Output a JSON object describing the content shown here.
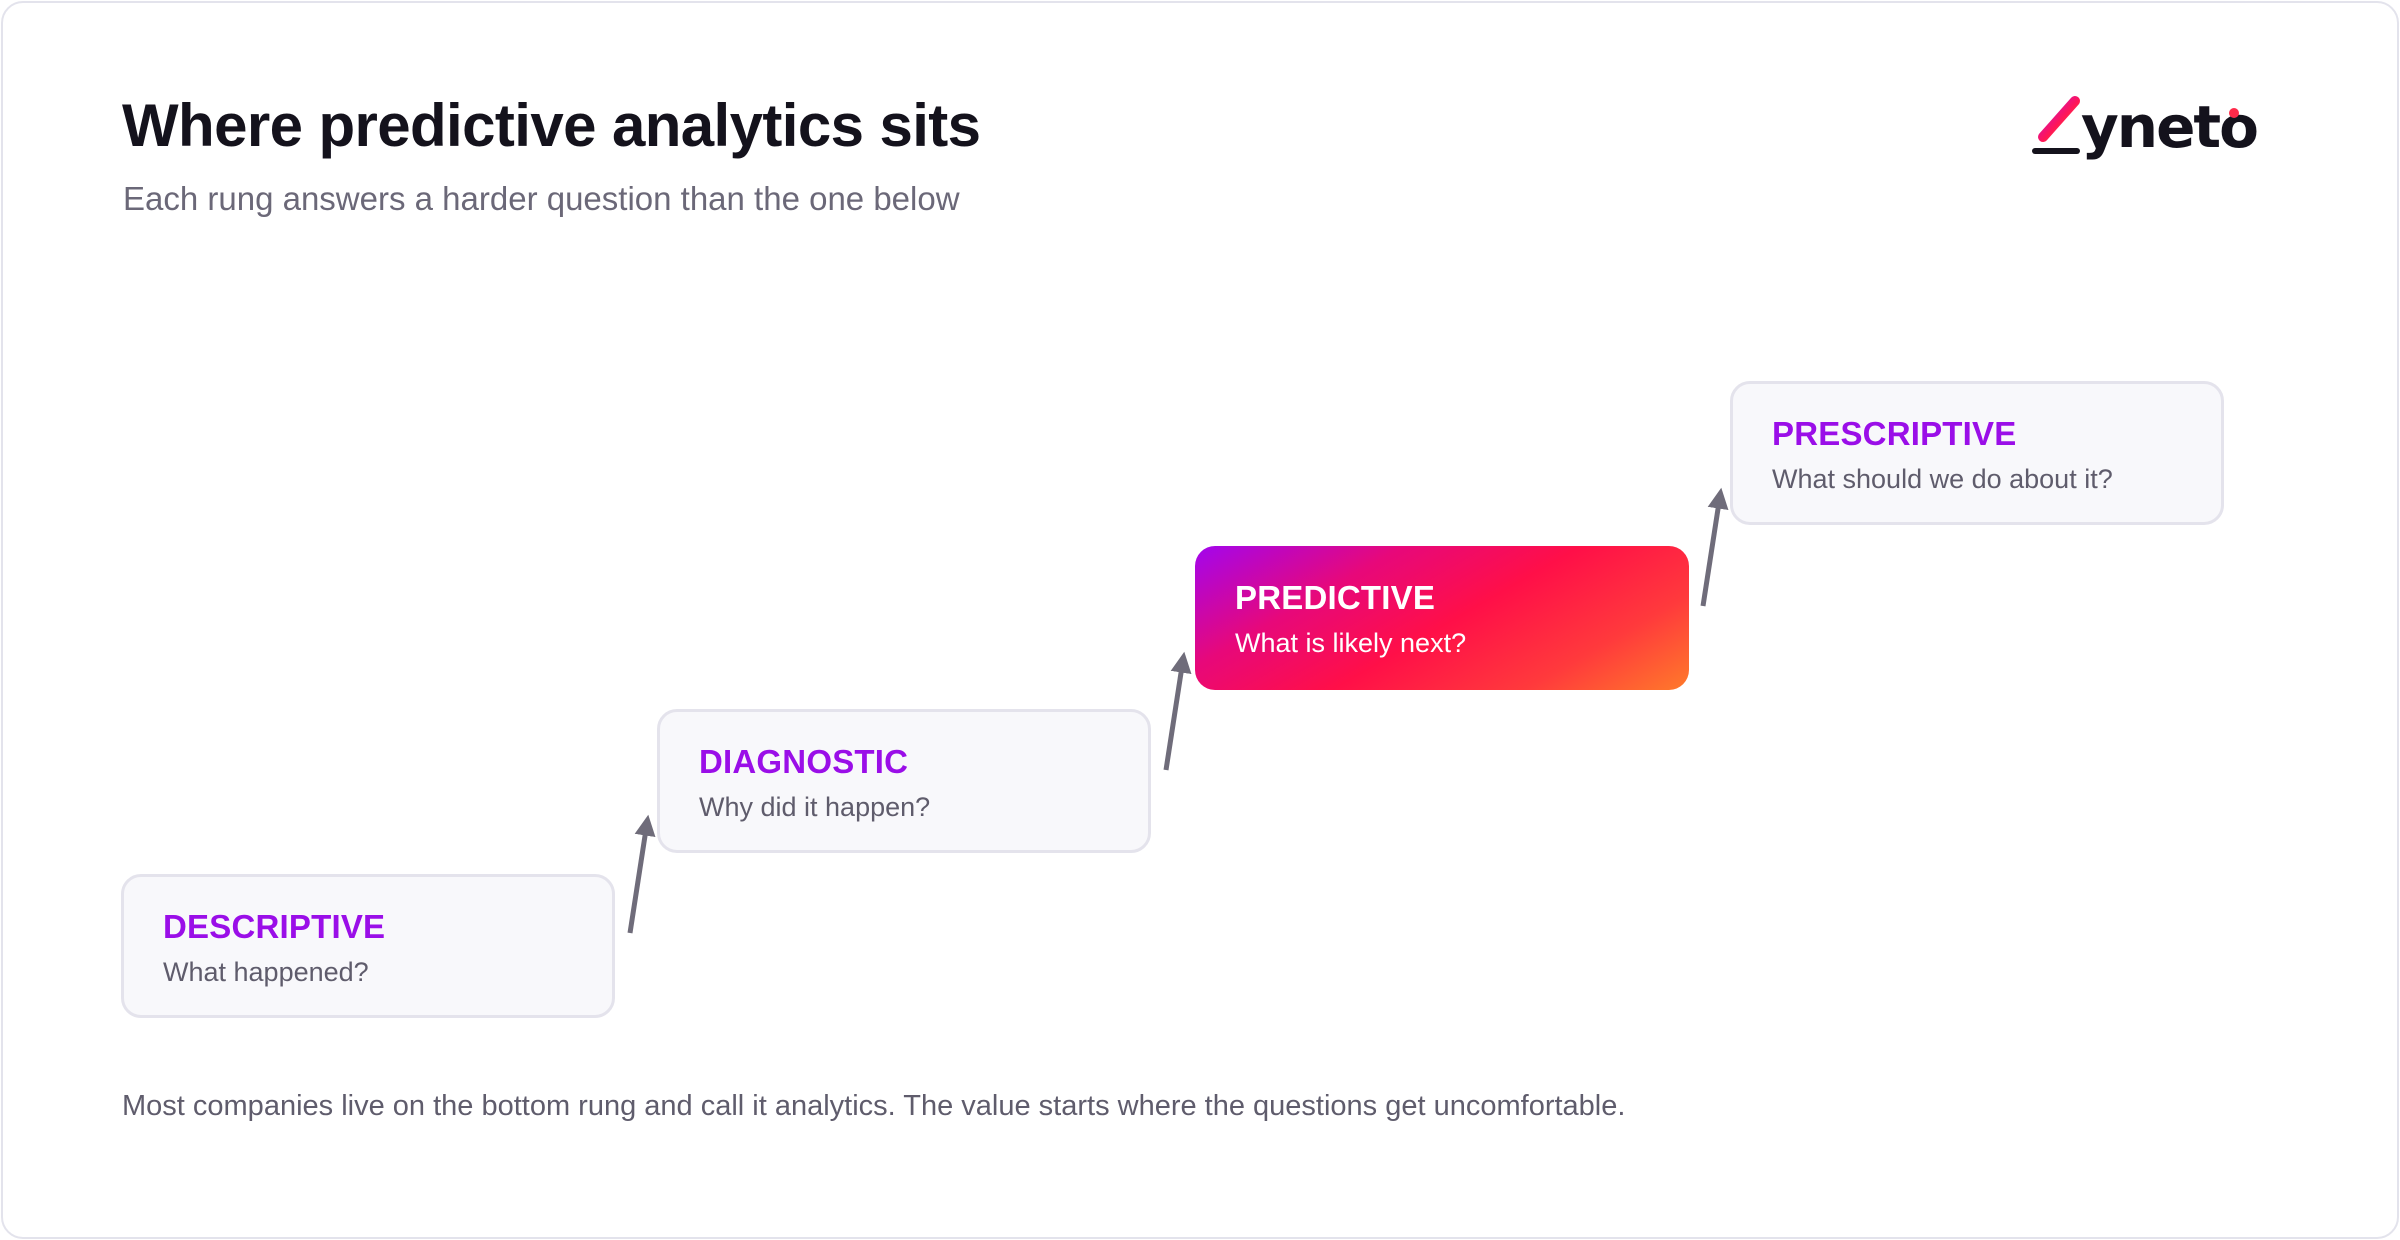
{
  "header": {
    "title": "Where predictive analytics sits",
    "subtitle": "Each rung answers a harder question than the one below"
  },
  "logo": {
    "text": "zyneto",
    "icon": "zyneto-logo"
  },
  "rungs": [
    {
      "label": "DESCRIPTIVE",
      "question": "What happened?",
      "highlighted": false
    },
    {
      "label": "DIAGNOSTIC",
      "question": "Why did it happen?",
      "highlighted": false
    },
    {
      "label": "PREDICTIVE",
      "question": "What is likely next?",
      "highlighted": true
    },
    {
      "label": "PRESCRIPTIVE",
      "question": "What should we do about it?",
      "highlighted": false
    }
  ],
  "footer": {
    "note": "Most companies live on the bottom rung and call it analytics. The value starts where the questions get uncomfortable."
  },
  "colors": {
    "label_accent": "#9a0ee8",
    "arrow": "#6f6c7a",
    "highlight_gradient": [
      "#a205ee",
      "#ff0f48",
      "#ff7a2a"
    ],
    "title": "#14121c",
    "muted_text": "#6b6878"
  }
}
